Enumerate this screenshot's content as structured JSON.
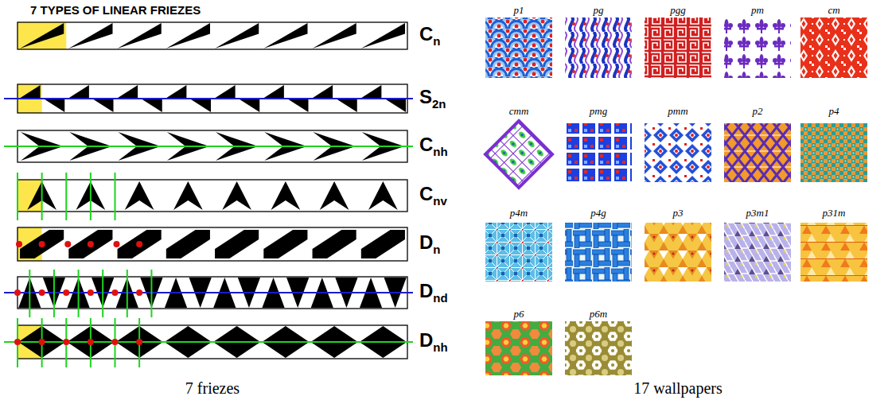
{
  "diagram": {
    "title": "7 TYPES OF LINEAR FRIEZES",
    "labels": [
      "Cn",
      "S2n",
      "Cnh",
      "Cnv",
      "Dn",
      "Dnd",
      "Dnh",
      "p1",
      "pg",
      "pgg",
      "pm",
      "cm",
      "cmm",
      "pmg",
      "pmm",
      "p2",
      "p4",
      "p4m",
      "p4g",
      "p3",
      "p3m1",
      "p31m",
      "p6",
      "p6m",
      "7 friezes",
      "17 wallpapers"
    ]
  }
}
